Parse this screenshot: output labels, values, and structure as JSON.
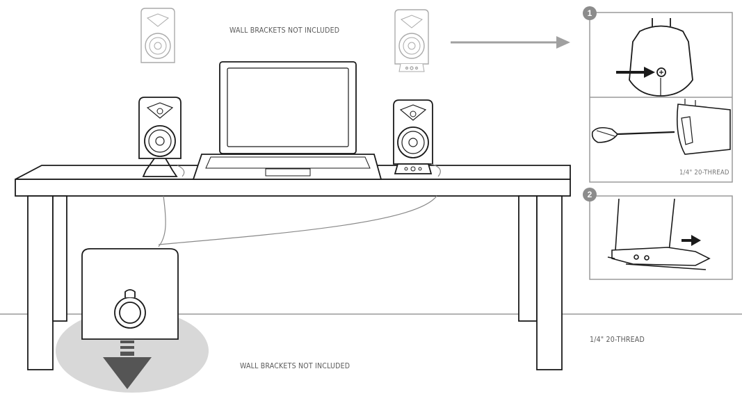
{
  "labels": {
    "wall_brackets_top": "WALL BRACKETS NOT INCLUDED",
    "wall_brackets_bottom": "WALL BRACKETS NOT INCLUDED",
    "thread_panel": "1/4\" 20-THREAD",
    "thread_side": "1/4\" 20-THREAD"
  },
  "steps": [
    {
      "number": "1"
    },
    {
      "number": "2"
    }
  ],
  "colors": {
    "line": "#1a1a1a",
    "panel_border": "#9a9a9a",
    "arrow_gray": "#a0a0a0",
    "floor_shadow": "#d8d8d8",
    "down_arrow": "#555555"
  }
}
